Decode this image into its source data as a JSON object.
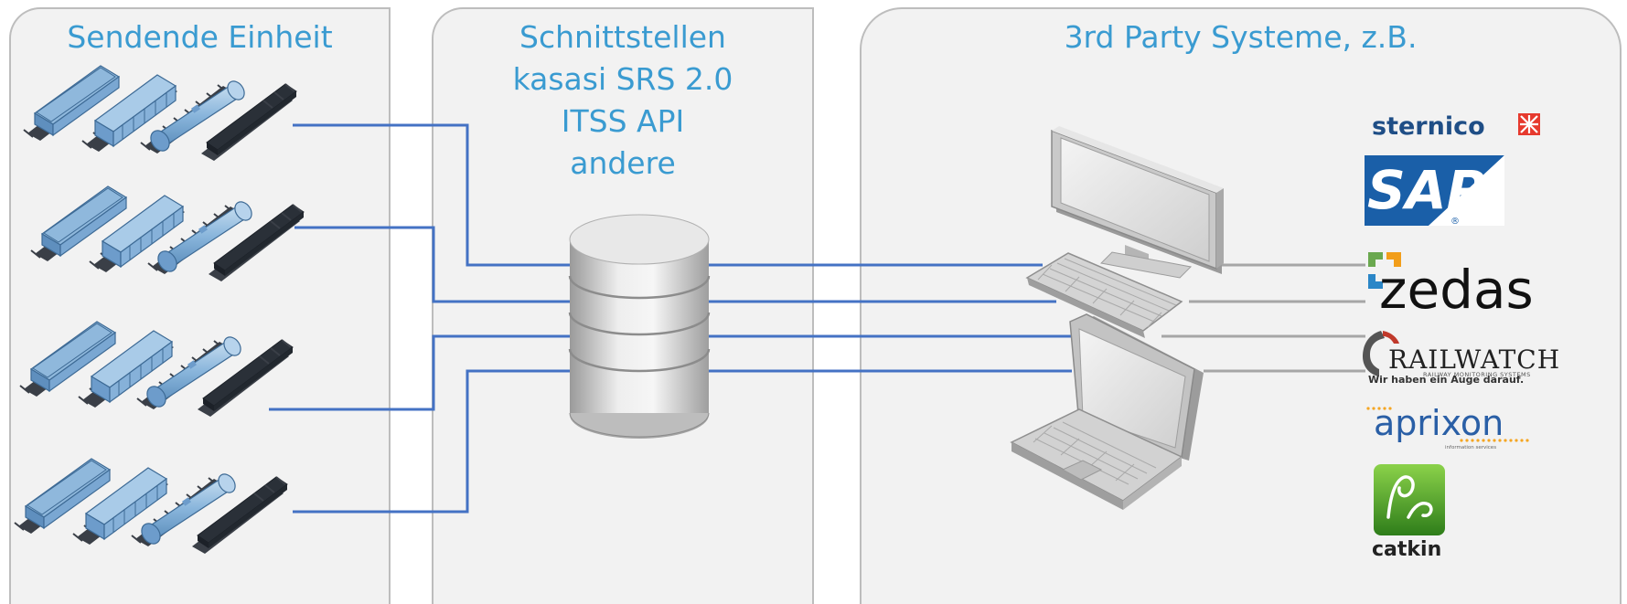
{
  "panels": {
    "left": {
      "title": "Sendende Einheit"
    },
    "middle": {
      "title_lines": [
        "Schnittstellen",
        "kasasi SRS 2.0",
        "ITSS API",
        "andere"
      ]
    },
    "right": {
      "title": "3rd Party Systeme, z.B."
    }
  },
  "logos": {
    "sternico": "sternico",
    "sap": "SAP",
    "zedas": "zedas",
    "railwatch": "RAILWATCH",
    "railwatch_sub": "RAILWAY MONITORING SYSTEMS",
    "railwatch_tagline": "Wir haben ein Auge darauf.",
    "aprixon": "aprixon",
    "aprixon_sub": "information services",
    "catkin": "catkin"
  },
  "colors": {
    "connection_blue": "#4472c4",
    "connection_gray": "#a6a6a6",
    "title_blue": "#3a9bd1",
    "panel_bg": "#f2f2f2",
    "panel_border": "#bdbdbd"
  }
}
